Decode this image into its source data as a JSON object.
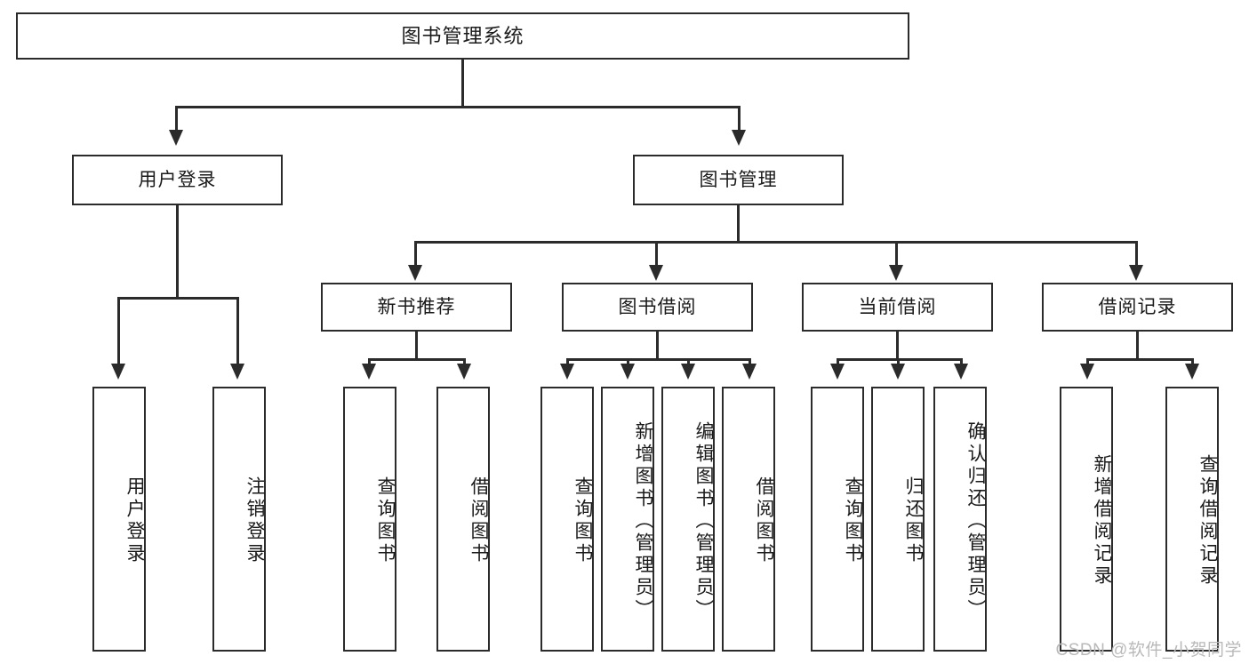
{
  "diagram": {
    "title": "图书管理系统",
    "type": "tree",
    "root": {
      "label": "图书管理系统"
    },
    "level2": [
      {
        "id": "user-login",
        "label": "用户登录"
      },
      {
        "id": "book-manage",
        "label": "图书管理"
      }
    ],
    "level3": [
      {
        "id": "new-book-recommend",
        "label": "新书推荐",
        "parent": "book-manage"
      },
      {
        "id": "book-borrow",
        "label": "图书借阅",
        "parent": "book-manage"
      },
      {
        "id": "current-borrow",
        "label": "当前借阅",
        "parent": "book-manage"
      },
      {
        "id": "borrow-record",
        "label": "借阅记录",
        "parent": "book-manage"
      }
    ],
    "leaves": [
      {
        "id": "leaf-user-login",
        "label": "用户登录",
        "parent": "user-login"
      },
      {
        "id": "leaf-user-logout",
        "label": "注销登录",
        "parent": "user-login"
      },
      {
        "id": "leaf-query-book-1",
        "label": "查询图书",
        "parent": "new-book-recommend"
      },
      {
        "id": "leaf-borrow-book-1",
        "label": "借阅图书",
        "parent": "new-book-recommend"
      },
      {
        "id": "leaf-query-book-2",
        "label": "查询图书",
        "parent": "book-borrow"
      },
      {
        "id": "leaf-add-book",
        "label": "新增图书（管理员）",
        "parent": "book-borrow"
      },
      {
        "id": "leaf-edit-book",
        "label": "编辑图书（管理员）",
        "parent": "book-borrow"
      },
      {
        "id": "leaf-borrow-book-2",
        "label": "借阅图书",
        "parent": "book-borrow"
      },
      {
        "id": "leaf-query-book-3",
        "label": "查询图书",
        "parent": "current-borrow"
      },
      {
        "id": "leaf-return-book",
        "label": "归还图书",
        "parent": "current-borrow"
      },
      {
        "id": "leaf-confirm-return",
        "label": "确认归还（管理员）",
        "parent": "current-borrow"
      },
      {
        "id": "leaf-add-record",
        "label": "新增借阅记录",
        "parent": "borrow-record"
      },
      {
        "id": "leaf-query-record",
        "label": "查询借阅记录",
        "parent": "borrow-record"
      }
    ]
  },
  "watermark": {
    "text": "CSDN @软件_小贺同学"
  },
  "colors": {
    "stroke": "#2b2b2b",
    "fill": "#ffffff",
    "text": "#1a1a1a",
    "watermark": "#b9b9b9"
  }
}
